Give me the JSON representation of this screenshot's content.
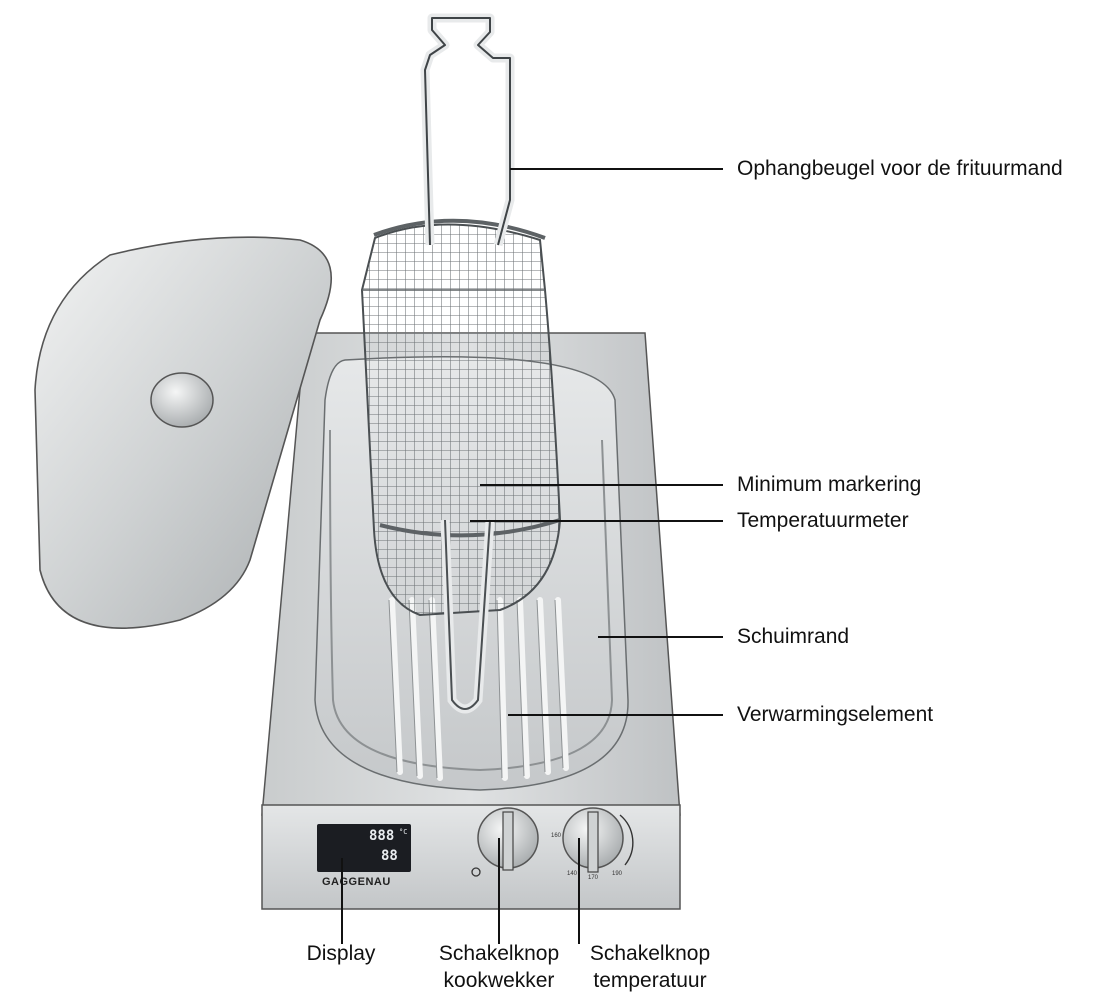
{
  "colors": {
    "line": "#111111",
    "steel_light": "#d8dadb",
    "steel_mid": "#b9bcbe",
    "steel_dark": "#8e9294",
    "display_bg": "#1b1d22"
  },
  "callouts": {
    "ophangbeugel": "Ophangbeugel voor de frituurmand",
    "minimum": "Minimum markering",
    "temperatuurmeter": "Temperatuurmeter",
    "schuimrand": "Schuimrand",
    "verwarmingselement": "Verwarmingselement",
    "display": "Display",
    "kookwekker_1": "Schakelknop",
    "kookwekker_2": "kookwekker",
    "temperatuur_1": "Schakelknop",
    "temperatuur_2": "temperatuur"
  },
  "appliance": {
    "brand": "GAGGENAU",
    "display_temp": "888",
    "display_unit": "°C",
    "display_timer": "88",
    "knob_temp_labels": [
      "140",
      "160",
      "170",
      "190"
    ]
  }
}
